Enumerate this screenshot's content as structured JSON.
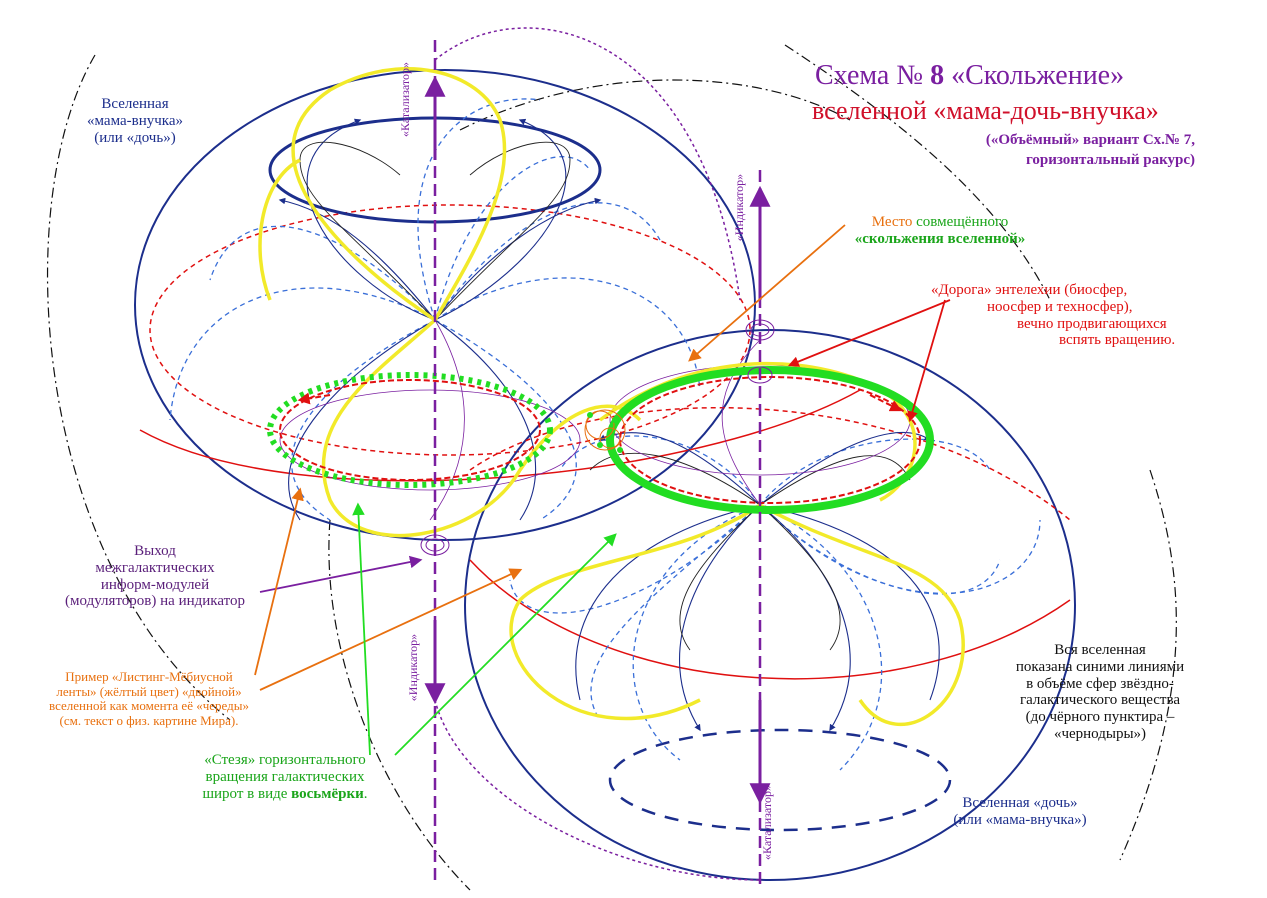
{
  "title": {
    "line1_prefix": "Схема  № ",
    "line1_num": "8",
    "line1_name": "  «Скольжение»",
    "line2": "вселенной «мама-дочь-внучка»",
    "line3": "(«Объёмный» вариант Сх.№ 7,",
    "line4": "горизонтальный ракурс)"
  },
  "labels": {
    "universe_top_left": [
      "Вселенная",
      "«мама-внучка»",
      "(или «дочь»)"
    ],
    "place_prefix": "Место",
    "place_rest": " совмещённого",
    "place_line2": "«скольжения вселенной»",
    "road": [
      "«Дорога» энтелехии (биосфер,",
      "ноосфер и техносфер),",
      "вечно продвигающихся",
      "вспять вращению."
    ],
    "exit": [
      "Выход",
      "межгалактических",
      "информ-модулей",
      "(модуляторов) на индикатор"
    ],
    "example": [
      "Пример «Листинг-Мёбиусной",
      "ленты» (жёлтый цвет) «двойной»",
      "вселенной как момента её «череды»",
      "(см. текст о физ. картине Мира)."
    ],
    "path_line1": "«Стезя» горизонтального",
    "path_line2": "вращения галактических",
    "path_line3_prefix": "широт в виде ",
    "path_line3_bold": "восьмёрки",
    "path_line3_suffix": ".",
    "whole_universe": [
      "Вся вселенная",
      "показана синими линиями",
      "в объёме сфер звёздно-",
      "галактического вещества",
      "(до чёрного пунктира –",
      "«чернодыры»)"
    ],
    "universe_bottom_right": [
      "Вселенная «дочь»",
      "(или «мама-внучка»)"
    ]
  },
  "axis_labels": {
    "catalizator": "«Катализатор»",
    "indicator": "«Индикатор»"
  },
  "colors": {
    "blue": "#1c2e8c",
    "light_blue": "#3a6fd8",
    "red": "#e01010",
    "yellow": "#f2ea2a",
    "green": "#22dd22",
    "purple": "#7a1fa0",
    "orange": "#e8700f",
    "black": "#111111"
  }
}
